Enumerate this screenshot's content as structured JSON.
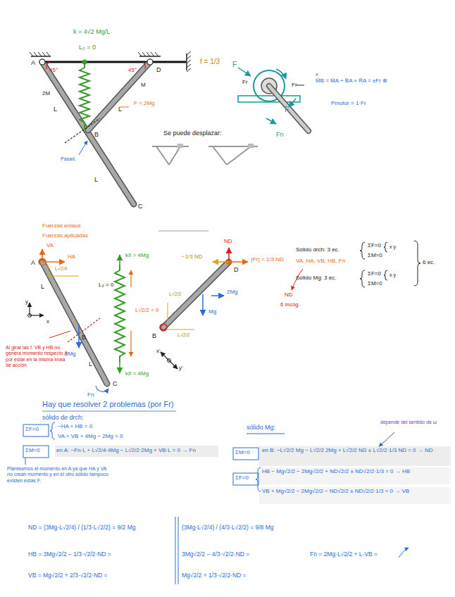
{
  "diagram": {
    "labels": [
      "k = 4√2 Mg/L",
      "L₀ = 0",
      "A",
      "45°",
      "45°",
      "D",
      "f = 1/3",
      "2M",
      "L",
      "M",
      "L",
      "F = 2Mg",
      "B",
      "Pasad.",
      "L",
      "C",
      "Se puede desplazar:",
      "F",
      "Fr",
      "Fr",
      "F",
      "Fn",
      "M̄B = M̄A + B̄A × R̄A = ±Fr ⊗",
      "Pmotor = 1·Fr",
      "Fuerzas enlace",
      "Fuerzas aplicadas",
      "VA",
      "A",
      "HA",
      "L√2/4",
      "L",
      "y",
      "x",
      "B",
      "2Mg",
      "L",
      "Fn",
      "C",
      "Al girar las f. VB y HB no genera momento respecto A por estar en la misma línea de acción",
      "kδ = 4Mg",
      "L₀ = 0",
      "L√2/2 = δ",
      "kδ = 4Mg",
      "ND",
      "−1/3 ND",
      "D",
      "(Fr) = 1/3 ND",
      "2Mg",
      "Mg",
      "L√2/2",
      "B",
      "L√2/2",
      "x'",
      "y'",
      "Sólido drch: 3 ec.",
      "ΣF=0",
      "x y",
      "ΣM=0",
      "6 ec.",
      "VA, HA, VB, HB, Fn",
      "Sólido Mg: 3 ec.",
      "ΣF=0",
      "x y",
      "ΣM=0",
      "ND",
      "6 incóg.",
      "Hay que resolver 2 problemas (por Fr)",
      "sólido de drch:",
      "ΣF=0",
      "−HA + HB = 0",
      "VA + VB + 4Mg − 2Mg = 0",
      "ΣM=0",
      "en A: −Fn·L + L√2/4·4Mg − L√2/2·2Mg + VB·L = 0 → Fn",
      "Planteamos el momento en A ya que HA y VA no crean momento y en el otro sólido tampoco existen estas F.",
      "sólido Mg:",
      "depende del sentido de ω",
      "ΣM=0",
      "en B: −L√2/2 Mg − L√2/2 2Mg + L√2/2 ND ± L√2/2·1/3 ND = 0 → ND",
      "ΣF=0",
      "HB − Mg√2/2 − 2Mg√2/2 + ND√2/2 ± ND√2/2·1/3 = 0 → HB",
      "VB + Mg√2/2 − 2Mg√2/2 − ND√2/2 ± ND√2/2·1/3 = 0 → VB",
      "ND = (3Mg·L√2/4) / (1/3·L√2/2) = 9/2 Mg",
      "(3Mg·L√2/4) / (4/3·L√2/2) = 9/8 Mg",
      "HB = 3Mg√2/2 − 1/3·√2/2·ND =",
      "3Mg√2/2 − 4/3·√2/2·ND =",
      "VB = Mg√2/2 + 2/3·√2/2·ND =",
      "Mg√2/2 + 1/3·√2/2·ND =",
      "Fn = 2Mg·L√2/2 + L·VB ="
    ]
  }
}
